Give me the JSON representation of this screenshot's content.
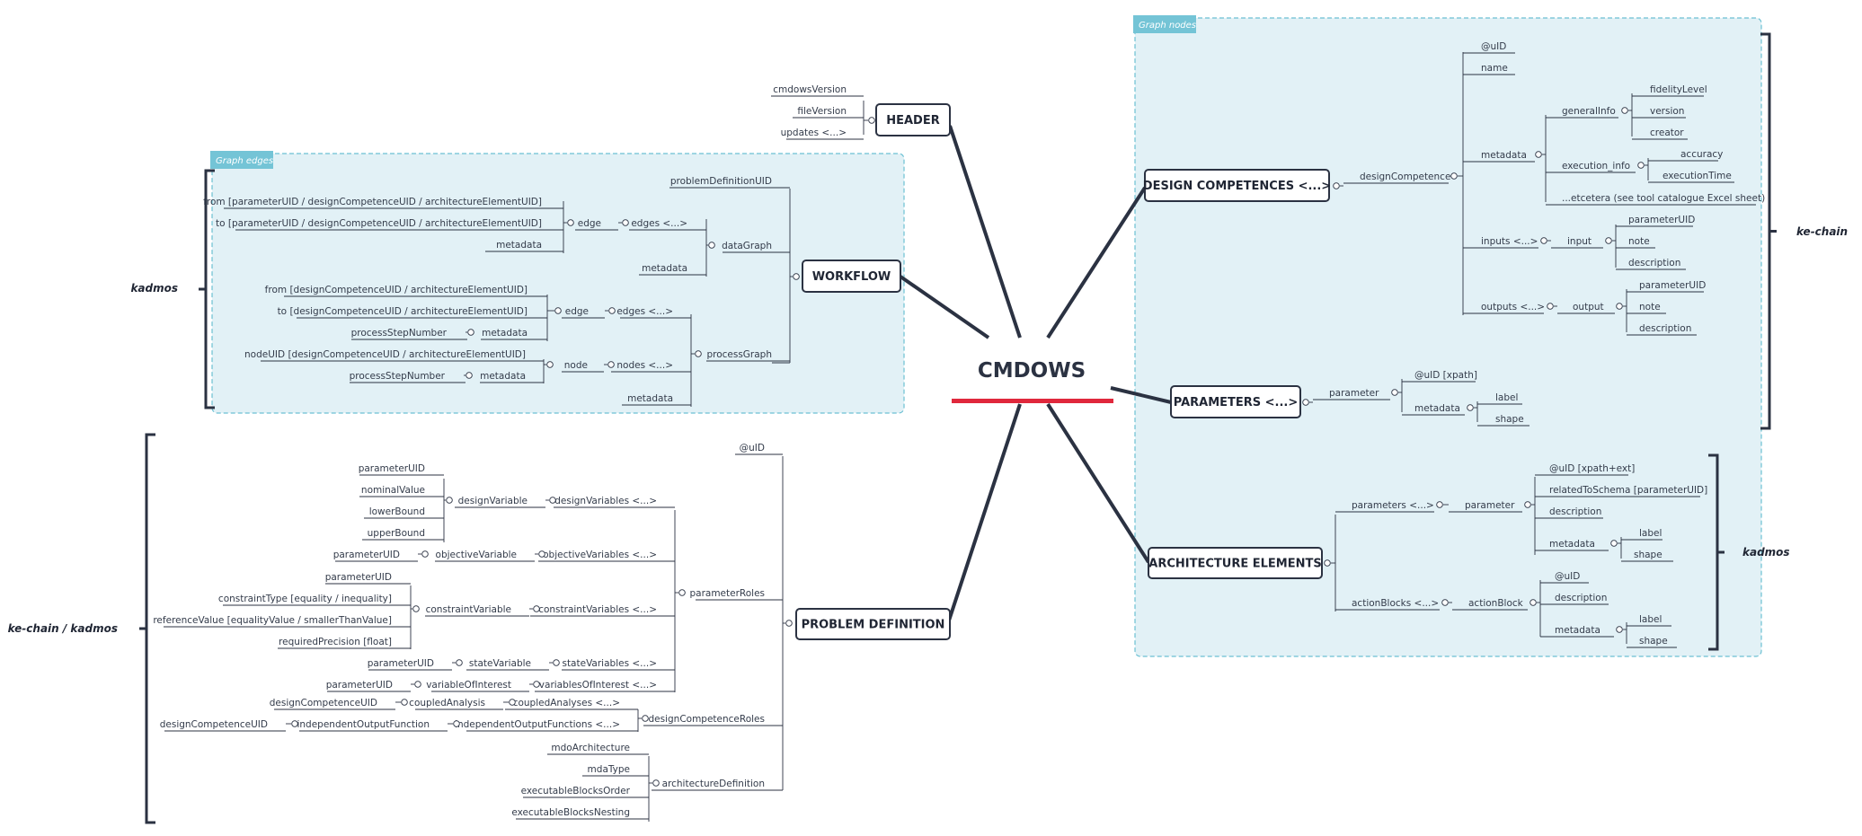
{
  "diagram": {
    "center": {
      "title": "CMDOWS",
      "underline_color": "#e0283c"
    },
    "colors": {
      "line": "#2b3242",
      "group_fill": "#e2f1f6",
      "group_border": "#6cc0d3",
      "group_tag_fill": "#74c4d6",
      "text": "#333b4a"
    },
    "groups": [
      {
        "id": "graph-edges",
        "tag": "Graph edges"
      },
      {
        "id": "graph-nodes",
        "tag": "Graph nodes"
      }
    ],
    "side_labels": [
      {
        "id": "kadmos-left",
        "text": "kadmos"
      },
      {
        "id": "ke-chain-kadmos",
        "text": "ke-chain / kadmos"
      },
      {
        "id": "ke-chain-right",
        "text": "ke-chain"
      },
      {
        "id": "kadmos-right",
        "text": "kadmos"
      }
    ],
    "branches": [
      {
        "id": "header",
        "label": "HEADER"
      },
      {
        "id": "workflow",
        "label": "WORKFLOW"
      },
      {
        "id": "problem",
        "label": "PROBLEM DEFINITION"
      },
      {
        "id": "design",
        "label": "DESIGN COMPETENCES <...>"
      },
      {
        "id": "parameters",
        "label": "PARAMETERS <...>"
      },
      {
        "id": "architecture",
        "label": "ARCHITECTURE ELEMENTS"
      }
    ],
    "nodes": [
      {
        "id": "h1",
        "label": "cmdowsVersion"
      },
      {
        "id": "h2",
        "label": "fileVersion"
      },
      {
        "id": "h3",
        "label": "updates <...>"
      },
      {
        "id": "w-pduid",
        "label": "problemDefinitionUID"
      },
      {
        "id": "w-datagraph",
        "label": "dataGraph"
      },
      {
        "id": "w-processgraph",
        "label": "processGraph"
      },
      {
        "id": "dg-edges",
        "label": "edges <...>"
      },
      {
        "id": "dg-edge",
        "label": "edge"
      },
      {
        "id": "dg-metadata",
        "label": "metadata"
      },
      {
        "id": "dg-from",
        "label": "from [parameterUID / designCompetenceUID / architectureElementUID]"
      },
      {
        "id": "dg-to",
        "label": "to [parameterUID / designCompetenceUID / architectureElementUID]"
      },
      {
        "id": "dg-edge-meta",
        "label": "metadata"
      },
      {
        "id": "pg-edges",
        "label": "edges <...>"
      },
      {
        "id": "pg-edge",
        "label": "edge"
      },
      {
        "id": "pg-from",
        "label": "from [designCompetenceUID / architectureElementUID]"
      },
      {
        "id": "pg-to",
        "label": "to [designCompetenceUID / architectureElementUID]"
      },
      {
        "id": "pg-edge-meta",
        "label": "metadata"
      },
      {
        "id": "pg-edge-psn",
        "label": "processStepNumber"
      },
      {
        "id": "pg-nodes",
        "label": "nodes <...>"
      },
      {
        "id": "pg-node",
        "label": "node"
      },
      {
        "id": "pg-nodeuid",
        "label": "nodeUID [designCompetenceUID / architectureElementUID]"
      },
      {
        "id": "pg-node-meta",
        "label": "metadata"
      },
      {
        "id": "pg-node-psn",
        "label": "processStepNumber"
      },
      {
        "id": "pg-metadata",
        "label": "metadata"
      },
      {
        "id": "p-uid",
        "label": "@uID"
      },
      {
        "id": "p-paramroles",
        "label": "parameterRoles"
      },
      {
        "id": "p-dcroles",
        "label": "designCompetenceRoles"
      },
      {
        "id": "p-archdef",
        "label": "architectureDefinition"
      },
      {
        "id": "dv-group",
        "label": "designVariables <...>"
      },
      {
        "id": "dv",
        "label": "designVariable"
      },
      {
        "id": "dv-puid",
        "label": "parameterUID"
      },
      {
        "id": "dv-nom",
        "label": "nominalValue"
      },
      {
        "id": "dv-lb",
        "label": "lowerBound"
      },
      {
        "id": "dv-ub",
        "label": "upperBound"
      },
      {
        "id": "ov-group",
        "label": "objectiveVariables <...>"
      },
      {
        "id": "ov",
        "label": "objectiveVariable"
      },
      {
        "id": "ov-puid",
        "label": "parameterUID"
      },
      {
        "id": "cv-group",
        "label": "constraintVariables <...>"
      },
      {
        "id": "cv",
        "label": "constraintVariable"
      },
      {
        "id": "cv-puid",
        "label": "parameterUID"
      },
      {
        "id": "cv-type",
        "label": "constraintType [equality / inequality]"
      },
      {
        "id": "cv-ref",
        "label": "referenceValue [equalityValue / smallerThanValue]"
      },
      {
        "id": "cv-req",
        "label": "requiredPrecision [float]"
      },
      {
        "id": "sv-group",
        "label": "stateVariables <...>"
      },
      {
        "id": "sv",
        "label": "stateVariable"
      },
      {
        "id": "sv-puid",
        "label": "parameterUID"
      },
      {
        "id": "vi-group",
        "label": "variablesOfInterest <...>"
      },
      {
        "id": "vi",
        "label": "variableOfInterest"
      },
      {
        "id": "vi-puid",
        "label": "parameterUID"
      },
      {
        "id": "ca-group",
        "label": "coupledAnalyses <...>"
      },
      {
        "id": "ca",
        "label": "coupledAnalysis"
      },
      {
        "id": "ca-dcuid",
        "label": "designCompetenceUID"
      },
      {
        "id": "io-group",
        "label": "independentOutputFunctions <...>"
      },
      {
        "id": "io",
        "label": "independentOutputFunction"
      },
      {
        "id": "io-dcuid",
        "label": "designCompetenceUID"
      },
      {
        "id": "ad-mdo",
        "label": "mdoArchitecture"
      },
      {
        "id": "ad-mda",
        "label": "mdaType"
      },
      {
        "id": "ad-order",
        "label": "executableBlocksOrder"
      },
      {
        "id": "ad-nest",
        "label": "executableBlocksNesting"
      },
      {
        "id": "dc",
        "label": "designCompetence"
      },
      {
        "id": "dc-uid",
        "label": "@uID"
      },
      {
        "id": "dc-name",
        "label": "name"
      },
      {
        "id": "dc-meta",
        "label": "metadata"
      },
      {
        "id": "dc-gen",
        "label": "generalInfo"
      },
      {
        "id": "dc-fid",
        "label": "fidelityLevel"
      },
      {
        "id": "dc-ver",
        "label": "version"
      },
      {
        "id": "dc-cre",
        "label": "creator"
      },
      {
        "id": "dc-exe",
        "label": "execution_info"
      },
      {
        "id": "dc-acc",
        "label": "accuracy"
      },
      {
        "id": "dc-time",
        "label": "executionTime"
      },
      {
        "id": "dc-etc",
        "label": "...etcetera (see tool catalogue Excel sheet)"
      },
      {
        "id": "dc-inputs",
        "label": "inputs <...>"
      },
      {
        "id": "dc-input",
        "label": "input"
      },
      {
        "id": "dc-in-puid",
        "label": "parameterUID"
      },
      {
        "id": "dc-in-note",
        "label": "note"
      },
      {
        "id": "dc-in-desc",
        "label": "description"
      },
      {
        "id": "dc-outputs",
        "label": "outputs <...>"
      },
      {
        "id": "dc-output",
        "label": "output"
      },
      {
        "id": "dc-out-puid",
        "label": "parameterUID"
      },
      {
        "id": "dc-out-note",
        "label": "note"
      },
      {
        "id": "dc-out-desc",
        "label": "description"
      },
      {
        "id": "pa",
        "label": "parameter"
      },
      {
        "id": "pa-uid",
        "label": "@uID [xpath]"
      },
      {
        "id": "pa-meta",
        "label": "metadata"
      },
      {
        "id": "pa-label",
        "label": "label"
      },
      {
        "id": "pa-shape",
        "label": "shape"
      },
      {
        "id": "ae-params",
        "label": "parameters <...>"
      },
      {
        "id": "ae-param",
        "label": "parameter"
      },
      {
        "id": "ae-p-uid",
        "label": "@uID [xpath+ext]"
      },
      {
        "id": "ae-p-rel",
        "label": "relatedToSchema [parameterUID]"
      },
      {
        "id": "ae-p-desc",
        "label": "description"
      },
      {
        "id": "ae-p-meta",
        "label": "metadata"
      },
      {
        "id": "ae-p-label",
        "label": "label"
      },
      {
        "id": "ae-p-shape",
        "label": "shape"
      },
      {
        "id": "ae-blocks",
        "label": "actionBlocks <...>"
      },
      {
        "id": "ae-block",
        "label": "actionBlock"
      },
      {
        "id": "ae-b-uid",
        "label": "@uID"
      },
      {
        "id": "ae-b-desc",
        "label": "description"
      },
      {
        "id": "ae-b-meta",
        "label": "metadata"
      },
      {
        "id": "ae-b-label",
        "label": "label"
      },
      {
        "id": "ae-b-shape",
        "label": "shape"
      }
    ]
  }
}
